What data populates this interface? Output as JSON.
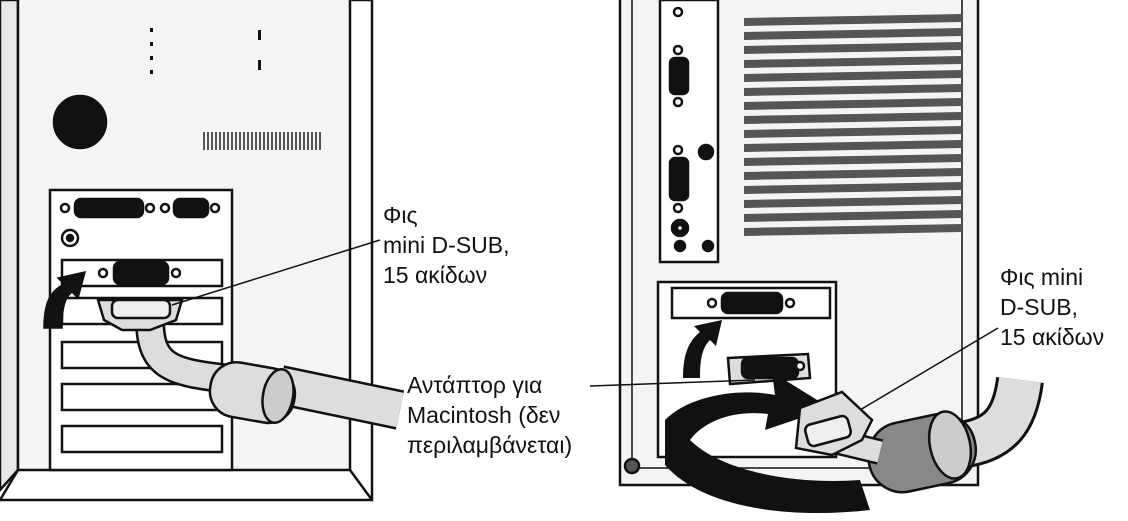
{
  "labels": {
    "left_plug": [
      "Φις",
      "mini D-SUB,",
      "15 ακίδων"
    ],
    "right_plug": [
      "Φις mini",
      "D-SUB,",
      "15 ακίδων"
    ],
    "adapter": [
      "Αντάπτορ για",
      "Macintosh (δεν",
      "περιλαμβάνεται)"
    ]
  },
  "icons": {
    "left_computer": "computer-back-panel",
    "right_computer": "computer-tower-back-panel",
    "arrows": "insert-arrow-icon"
  },
  "colors": {
    "line": "#111111",
    "fill": "#ffffff",
    "shade": "#d9d9d9",
    "dark": "#1a1a1a"
  }
}
